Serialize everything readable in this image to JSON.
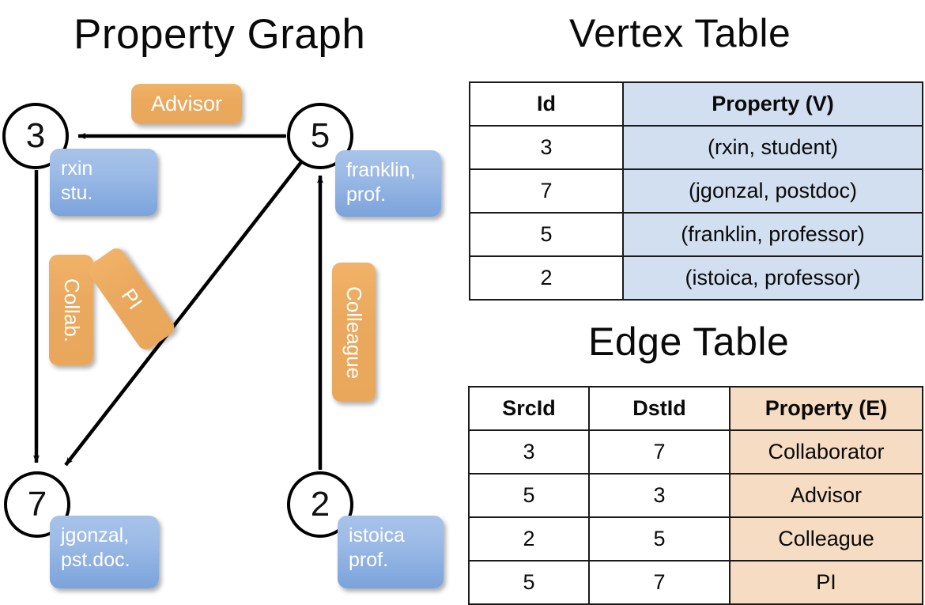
{
  "titles": {
    "property_graph": "Property Graph",
    "vertex_table": "Vertex Table",
    "edge_table": "Edge Table"
  },
  "graph": {
    "nodes": [
      {
        "id": "3",
        "name": "node-3"
      },
      {
        "id": "5",
        "name": "node-5"
      },
      {
        "id": "7",
        "name": "node-7"
      },
      {
        "id": "2",
        "name": "node-2"
      }
    ],
    "vertex_properties": [
      {
        "node": "3",
        "text": "rxin\nstu."
      },
      {
        "node": "5",
        "text": "franklin,\nprof."
      },
      {
        "node": "7",
        "text": "jgonzal,\npst.doc."
      },
      {
        "node": "2",
        "text": "istoica\nprof."
      }
    ],
    "edge_labels": [
      {
        "key": "advisor",
        "text": "Advisor"
      },
      {
        "key": "collab",
        "text": "Collab."
      },
      {
        "key": "pi",
        "text": "PI"
      },
      {
        "key": "colleague",
        "text": "Colleague"
      }
    ],
    "edges": [
      {
        "from": "5",
        "to": "3",
        "label": "Advisor"
      },
      {
        "from": "3",
        "to": "7",
        "label": "Collab."
      },
      {
        "from": "5",
        "to": "7",
        "label": "PI"
      },
      {
        "from": "2",
        "to": "5",
        "label": "Colleague"
      }
    ]
  },
  "vertex_table": {
    "headers": [
      "Id",
      "Property (V)"
    ],
    "rows": [
      {
        "id": "3",
        "property": "(rxin, student)"
      },
      {
        "id": "7",
        "property": "(jgonzal, postdoc)"
      },
      {
        "id": "5",
        "property": "(franklin, professor)"
      },
      {
        "id": "2",
        "property": "(istoica, professor)"
      }
    ]
  },
  "edge_table": {
    "headers": [
      "SrcId",
      "DstId",
      "Property (E)"
    ],
    "rows": [
      {
        "src": "3",
        "dst": "7",
        "property": "Collaborator"
      },
      {
        "src": "5",
        "dst": "3",
        "property": "Advisor"
      },
      {
        "src": "2",
        "dst": "5",
        "property": "Colleague"
      },
      {
        "src": "5",
        "dst": "7",
        "property": "PI"
      }
    ]
  },
  "colors": {
    "vertex_box": "#9dbbe6",
    "edge_box": "#e9a75c",
    "vertex_table_highlight": "#d2dff0",
    "edge_table_highlight": "#f5dcc2",
    "stroke": "#000000"
  }
}
